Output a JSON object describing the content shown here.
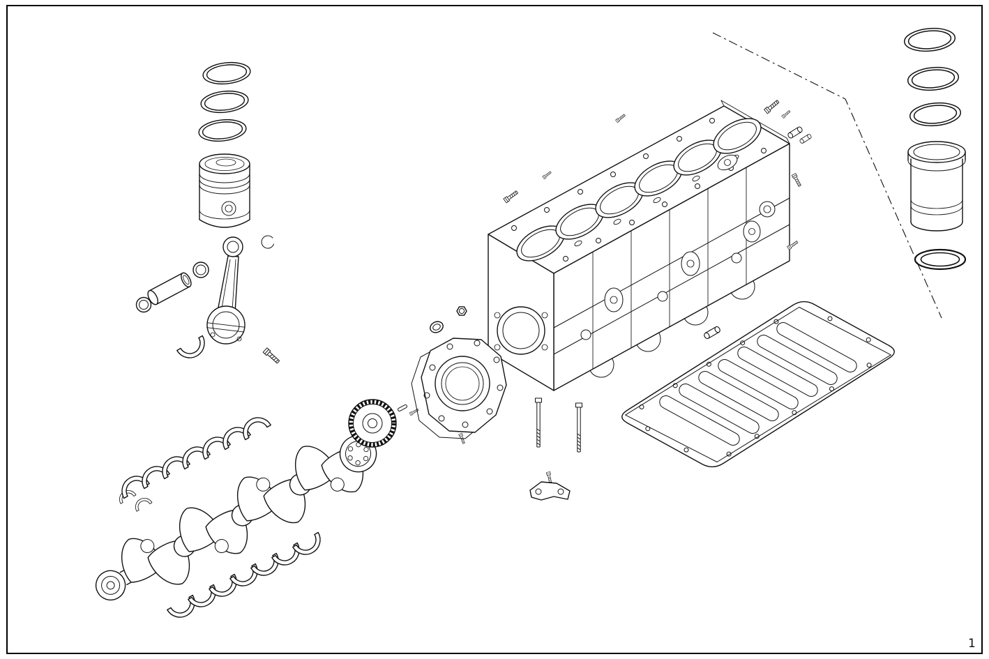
{
  "page": {
    "background": "#ffffff",
    "ink": "#111111",
    "number_label": "1"
  },
  "diagram": {
    "type": "exploded-parts-diagram",
    "subject": "engine-short-block-assembly",
    "parts": [
      "piston-ring-set",
      "piston",
      "circlip",
      "piston-pin",
      "pin-washer",
      "small-end-bushing",
      "connecting-rod",
      "rod-bearing-shell",
      "rod-bolt",
      "thrust-washers",
      "main-bearing-shells-upper",
      "crankshaft",
      "main-bearing-shells-lower",
      "crankshaft-gear",
      "woodruff-key",
      "rear-seal-housing",
      "housing-gasket",
      "housing-bolt",
      "sealing-ring",
      "hex-nut",
      "cylinder-block",
      "cylinder-bores",
      "deck-bolt-holes",
      "core-plugs",
      "bearing-saddles",
      "flywheel-seal-bore",
      "dowel-pins",
      "plug-bolts",
      "main-bearing-studs",
      "pump-bracket",
      "bracket-bolt",
      "oil-sump",
      "sump-ribs",
      "sump-bolt-holes",
      "service-piston-ring-set",
      "cylinder-liner",
      "liner-seal-ring",
      "kit-boundary"
    ]
  }
}
